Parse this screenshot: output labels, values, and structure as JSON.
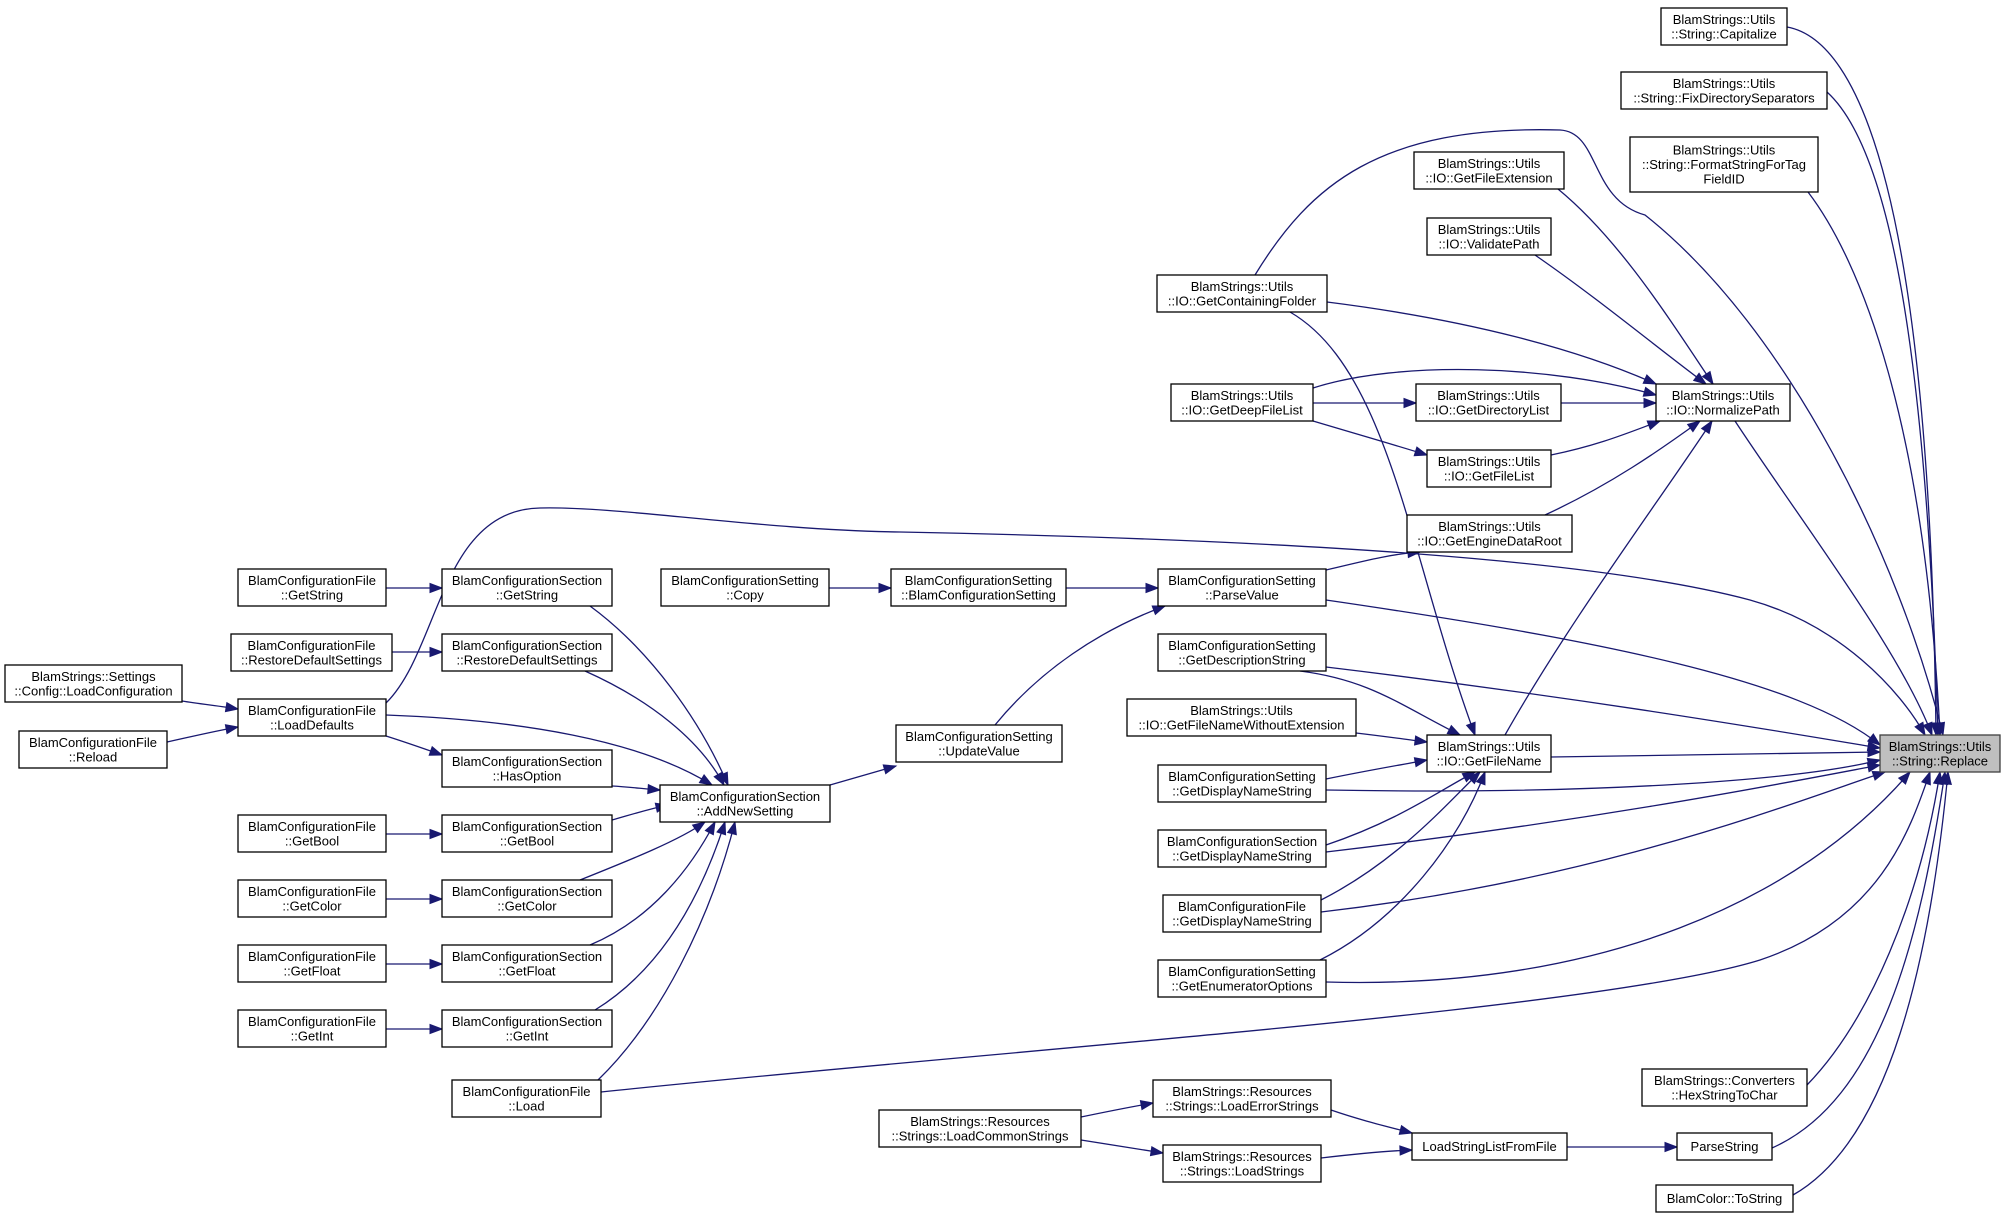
{
  "root": "replace",
  "nodes": {
    "replace": {
      "lines": [
        "BlamStrings::Utils",
        "::String::Replace"
      ]
    },
    "capitalize": {
      "lines": [
        "BlamStrings::Utils",
        "::String::Capitalize"
      ]
    },
    "fixdir": {
      "lines": [
        "BlamStrings::Utils",
        "::String::FixDirectorySeparators"
      ]
    },
    "fmttag": {
      "lines": [
        "BlamStrings::Utils",
        "::String::FormatStringForTag",
        "FieldID"
      ]
    },
    "getfileext": {
      "lines": [
        "BlamStrings::Utils",
        "::IO::GetFileExtension"
      ]
    },
    "validatepath": {
      "lines": [
        "BlamStrings::Utils",
        "::IO::ValidatePath"
      ]
    },
    "getcontaining": {
      "lines": [
        "BlamStrings::Utils",
        "::IO::GetContainingFolder"
      ]
    },
    "normalizepath": {
      "lines": [
        "BlamStrings::Utils",
        "::IO::NormalizePath"
      ]
    },
    "getdeepfilelist": {
      "lines": [
        "BlamStrings::Utils",
        "::IO::GetDeepFileList"
      ]
    },
    "getdirlist": {
      "lines": [
        "BlamStrings::Utils",
        "::IO::GetDirectoryList"
      ]
    },
    "getfilelist": {
      "lines": [
        "BlamStrings::Utils",
        "::IO::GetFileList"
      ]
    },
    "getenginedataroot": {
      "lines": [
        "BlamStrings::Utils",
        "::IO::GetEngineDataRoot"
      ]
    },
    "cf_getstring": {
      "lines": [
        "BlamConfigurationFile",
        "::GetString"
      ]
    },
    "cs_getstring": {
      "lines": [
        "BlamConfigurationSection",
        "::GetString"
      ]
    },
    "cset_copy": {
      "lines": [
        "BlamConfigurationSetting",
        "::Copy"
      ]
    },
    "cset_ctor": {
      "lines": [
        "BlamConfigurationSetting",
        "::BlamConfigurationSetting"
      ]
    },
    "parsevalue": {
      "lines": [
        "BlamConfigurationSetting",
        "::ParseValue"
      ]
    },
    "cf_restore": {
      "lines": [
        "BlamConfigurationFile",
        "::RestoreDefaultSettings"
      ]
    },
    "cs_restore": {
      "lines": [
        "BlamConfigurationSection",
        "::RestoreDefaultSettings"
      ]
    },
    "getdesc": {
      "lines": [
        "BlamConfigurationSetting",
        "::GetDescriptionString"
      ]
    },
    "loadconfig": {
      "lines": [
        "BlamStrings::Settings",
        "::Config::LoadConfiguration"
      ]
    },
    "loaddefaults": {
      "lines": [
        "BlamConfigurationFile",
        "::LoadDefaults"
      ]
    },
    "getfnamenoext": {
      "lines": [
        "BlamStrings::Utils",
        "::IO::GetFileNameWithoutExtension"
      ]
    },
    "reload": {
      "lines": [
        "BlamConfigurationFile",
        "::Reload"
      ]
    },
    "updatevalue": {
      "lines": [
        "BlamConfigurationSetting",
        "::UpdateValue"
      ]
    },
    "getfilename": {
      "lines": [
        "BlamStrings::Utils",
        "::IO::GetFileName"
      ]
    },
    "hasoption": {
      "lines": [
        "BlamConfigurationSection",
        "::HasOption"
      ]
    },
    "cset_dispname": {
      "lines": [
        "BlamConfigurationSetting",
        "::GetDisplayNameString"
      ]
    },
    "addnewsetting": {
      "lines": [
        "BlamConfigurationSection",
        "::AddNewSetting"
      ]
    },
    "cf_getbool": {
      "lines": [
        "BlamConfigurationFile",
        "::GetBool"
      ]
    },
    "cs_getbool": {
      "lines": [
        "BlamConfigurationSection",
        "::GetBool"
      ]
    },
    "cs_dispname": {
      "lines": [
        "BlamConfigurationSection",
        "::GetDisplayNameString"
      ]
    },
    "cf_getcolor": {
      "lines": [
        "BlamConfigurationFile",
        "::GetColor"
      ]
    },
    "cs_getcolor": {
      "lines": [
        "BlamConfigurationSection",
        "::GetColor"
      ]
    },
    "cf_dispname": {
      "lines": [
        "BlamConfigurationFile",
        "::GetDisplayNameString"
      ]
    },
    "cf_getfloat": {
      "lines": [
        "BlamConfigurationFile",
        "::GetFloat"
      ]
    },
    "cs_getfloat": {
      "lines": [
        "BlamConfigurationSection",
        "::GetFloat"
      ]
    },
    "getenumopts": {
      "lines": [
        "BlamConfigurationSetting",
        "::GetEnumeratorOptions"
      ]
    },
    "cf_getint": {
      "lines": [
        "BlamConfigurationFile",
        "::GetInt"
      ]
    },
    "cs_getint": {
      "lines": [
        "BlamConfigurationSection",
        "::GetInt"
      ]
    },
    "hexstr": {
      "lines": [
        "BlamStrings::Converters",
        "::HexStringToChar"
      ]
    },
    "cf_load": {
      "lines": [
        "BlamConfigurationFile",
        "::Load"
      ]
    },
    "loaderrstr": {
      "lines": [
        "BlamStrings::Resources",
        "::Strings::LoadErrorStrings"
      ]
    },
    "loadcommon": {
      "lines": [
        "BlamStrings::Resources",
        "::Strings::LoadCommonStrings"
      ]
    },
    "loadstrlist": {
      "lines": [
        "LoadStringListFromFile"
      ]
    },
    "parsestring": {
      "lines": [
        "ParseString"
      ]
    },
    "loadstrings": {
      "lines": [
        "BlamStrings::Resources",
        "::Strings::LoadStrings"
      ]
    },
    "colortostring": {
      "lines": [
        "BlamColor::ToString"
      ]
    }
  },
  "edges": [
    [
      "capitalize",
      "replace"
    ],
    [
      "fixdir",
      "replace"
    ],
    [
      "fmttag",
      "replace"
    ],
    [
      "normalizepath",
      "replace"
    ],
    [
      "getcontaining",
      "replace"
    ],
    [
      "getfileext",
      "normalizepath"
    ],
    [
      "validatepath",
      "normalizepath"
    ],
    [
      "getcontaining",
      "normalizepath"
    ],
    [
      "getdeepfilelist",
      "normalizepath"
    ],
    [
      "getdirlist",
      "normalizepath"
    ],
    [
      "getfilelist",
      "normalizepath"
    ],
    [
      "getenginedataroot",
      "normalizepath"
    ],
    [
      "getfilename",
      "normalizepath"
    ],
    [
      "getdeepfilelist",
      "getdirlist"
    ],
    [
      "getdeepfilelist",
      "getfilelist"
    ],
    [
      "getcontaining",
      "getfilename"
    ],
    [
      "parsevalue",
      "getenginedataroot"
    ],
    [
      "parsevalue",
      "replace"
    ],
    [
      "getdesc",
      "replace"
    ],
    [
      "getdesc",
      "getfilename"
    ],
    [
      "getfnamenoext",
      "getfilename"
    ],
    [
      "getfilename",
      "replace"
    ],
    [
      "cset_dispname",
      "getfilename"
    ],
    [
      "cset_dispname",
      "replace"
    ],
    [
      "cs_dispname",
      "getfilename"
    ],
    [
      "cs_dispname",
      "replace"
    ],
    [
      "cf_dispname",
      "getfilename"
    ],
    [
      "cf_dispname",
      "replace"
    ],
    [
      "getenumopts",
      "getfilename"
    ],
    [
      "getenumopts",
      "replace"
    ],
    [
      "loaddefaults",
      "replace"
    ],
    [
      "cf_load",
      "replace"
    ],
    [
      "hexstr",
      "replace"
    ],
    [
      "parsestring",
      "replace"
    ],
    [
      "colortostring",
      "replace"
    ],
    [
      "cset_copy",
      "cset_ctor"
    ],
    [
      "cset_ctor",
      "parsevalue"
    ],
    [
      "updatevalue",
      "parsevalue"
    ],
    [
      "addnewsetting",
      "updatevalue"
    ],
    [
      "cf_getstring",
      "cs_getstring"
    ],
    [
      "cf_restore",
      "cs_restore"
    ],
    [
      "loadconfig",
      "loaddefaults"
    ],
    [
      "reload",
      "loaddefaults"
    ],
    [
      "loaddefaults",
      "hasoption"
    ],
    [
      "loaddefaults",
      "addnewsetting"
    ],
    [
      "cs_getstring",
      "addnewsetting"
    ],
    [
      "cs_restore",
      "addnewsetting"
    ],
    [
      "hasoption",
      "addnewsetting"
    ],
    [
      "cs_getbool",
      "addnewsetting"
    ],
    [
      "cs_getcolor",
      "addnewsetting"
    ],
    [
      "cs_getfloat",
      "addnewsetting"
    ],
    [
      "cs_getint",
      "addnewsetting"
    ],
    [
      "cf_load",
      "addnewsetting"
    ],
    [
      "cf_getbool",
      "cs_getbool"
    ],
    [
      "cf_getcolor",
      "cs_getcolor"
    ],
    [
      "cf_getfloat",
      "cs_getfloat"
    ],
    [
      "cf_getint",
      "cs_getint"
    ],
    [
      "loadcommon",
      "loaderrstr"
    ],
    [
      "loadcommon",
      "loadstrings"
    ],
    [
      "loaderrstr",
      "loadstrlist"
    ],
    [
      "loadstrings",
      "loadstrlist"
    ],
    [
      "loadstrlist",
      "parsestring"
    ]
  ]
}
